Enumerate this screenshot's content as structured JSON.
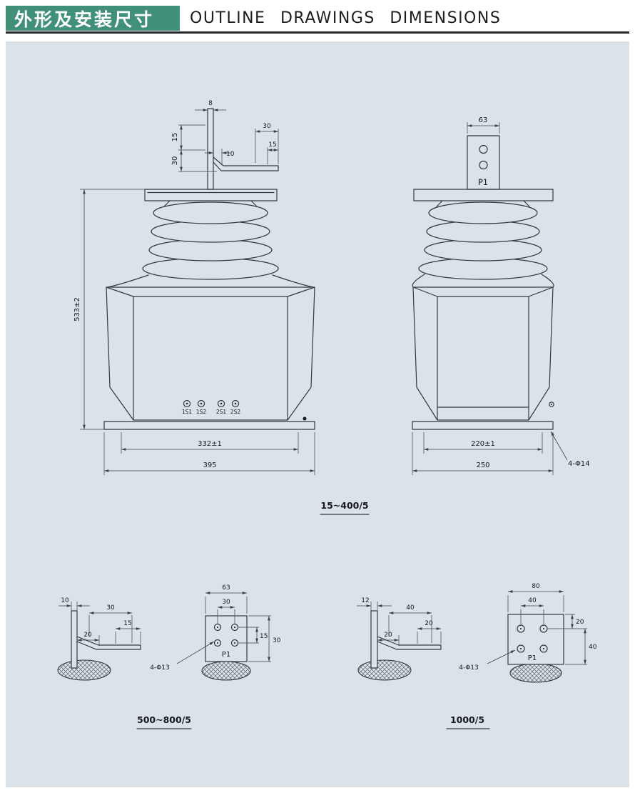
{
  "header": {
    "title_cn": "外形及安装尺寸",
    "title_en": "OUTLINE DRAWINGS DIMENSIONS"
  },
  "colors": {
    "accent_green": "#41907a",
    "panel_bg": "#dbe2e8",
    "line": "#33383d"
  },
  "front_view": {
    "dim_strip_width": "8",
    "dim_strip_15": "15",
    "dim_strip_30": "30",
    "dim_arm_offset": "10",
    "dim_arm_30": "30",
    "dim_arm_15": "15",
    "dim_height": "533±2",
    "terminals": [
      "1S1",
      "1S2",
      "2S1",
      "2S2"
    ],
    "dim_width_inner": "332±1",
    "dim_width_outer": "395"
  },
  "side_view": {
    "dim_tab": "63",
    "tab_label": "P1",
    "dim_width_inner": "220±1",
    "dim_width_outer": "250",
    "holes": "4-Φ14"
  },
  "label_main": "15~400/5",
  "detail_500_800": {
    "label": "500~800/5",
    "arm": {
      "d1": "10",
      "d2": "20",
      "d3": "30",
      "d4": "15"
    },
    "pad": {
      "w": "63",
      "hole_span": "30",
      "p": "P1",
      "r1": "15",
      "r2": "30",
      "holes": "4-Φ13"
    }
  },
  "detail_1000": {
    "label": "1000/5",
    "arm": {
      "d1": "12",
      "d2": "20",
      "d3": "40",
      "d4": "20"
    },
    "pad": {
      "w": "80",
      "hole_span": "40",
      "p": "P1",
      "r1": "20",
      "r2": "40",
      "holes": "4-Φ13"
    }
  }
}
